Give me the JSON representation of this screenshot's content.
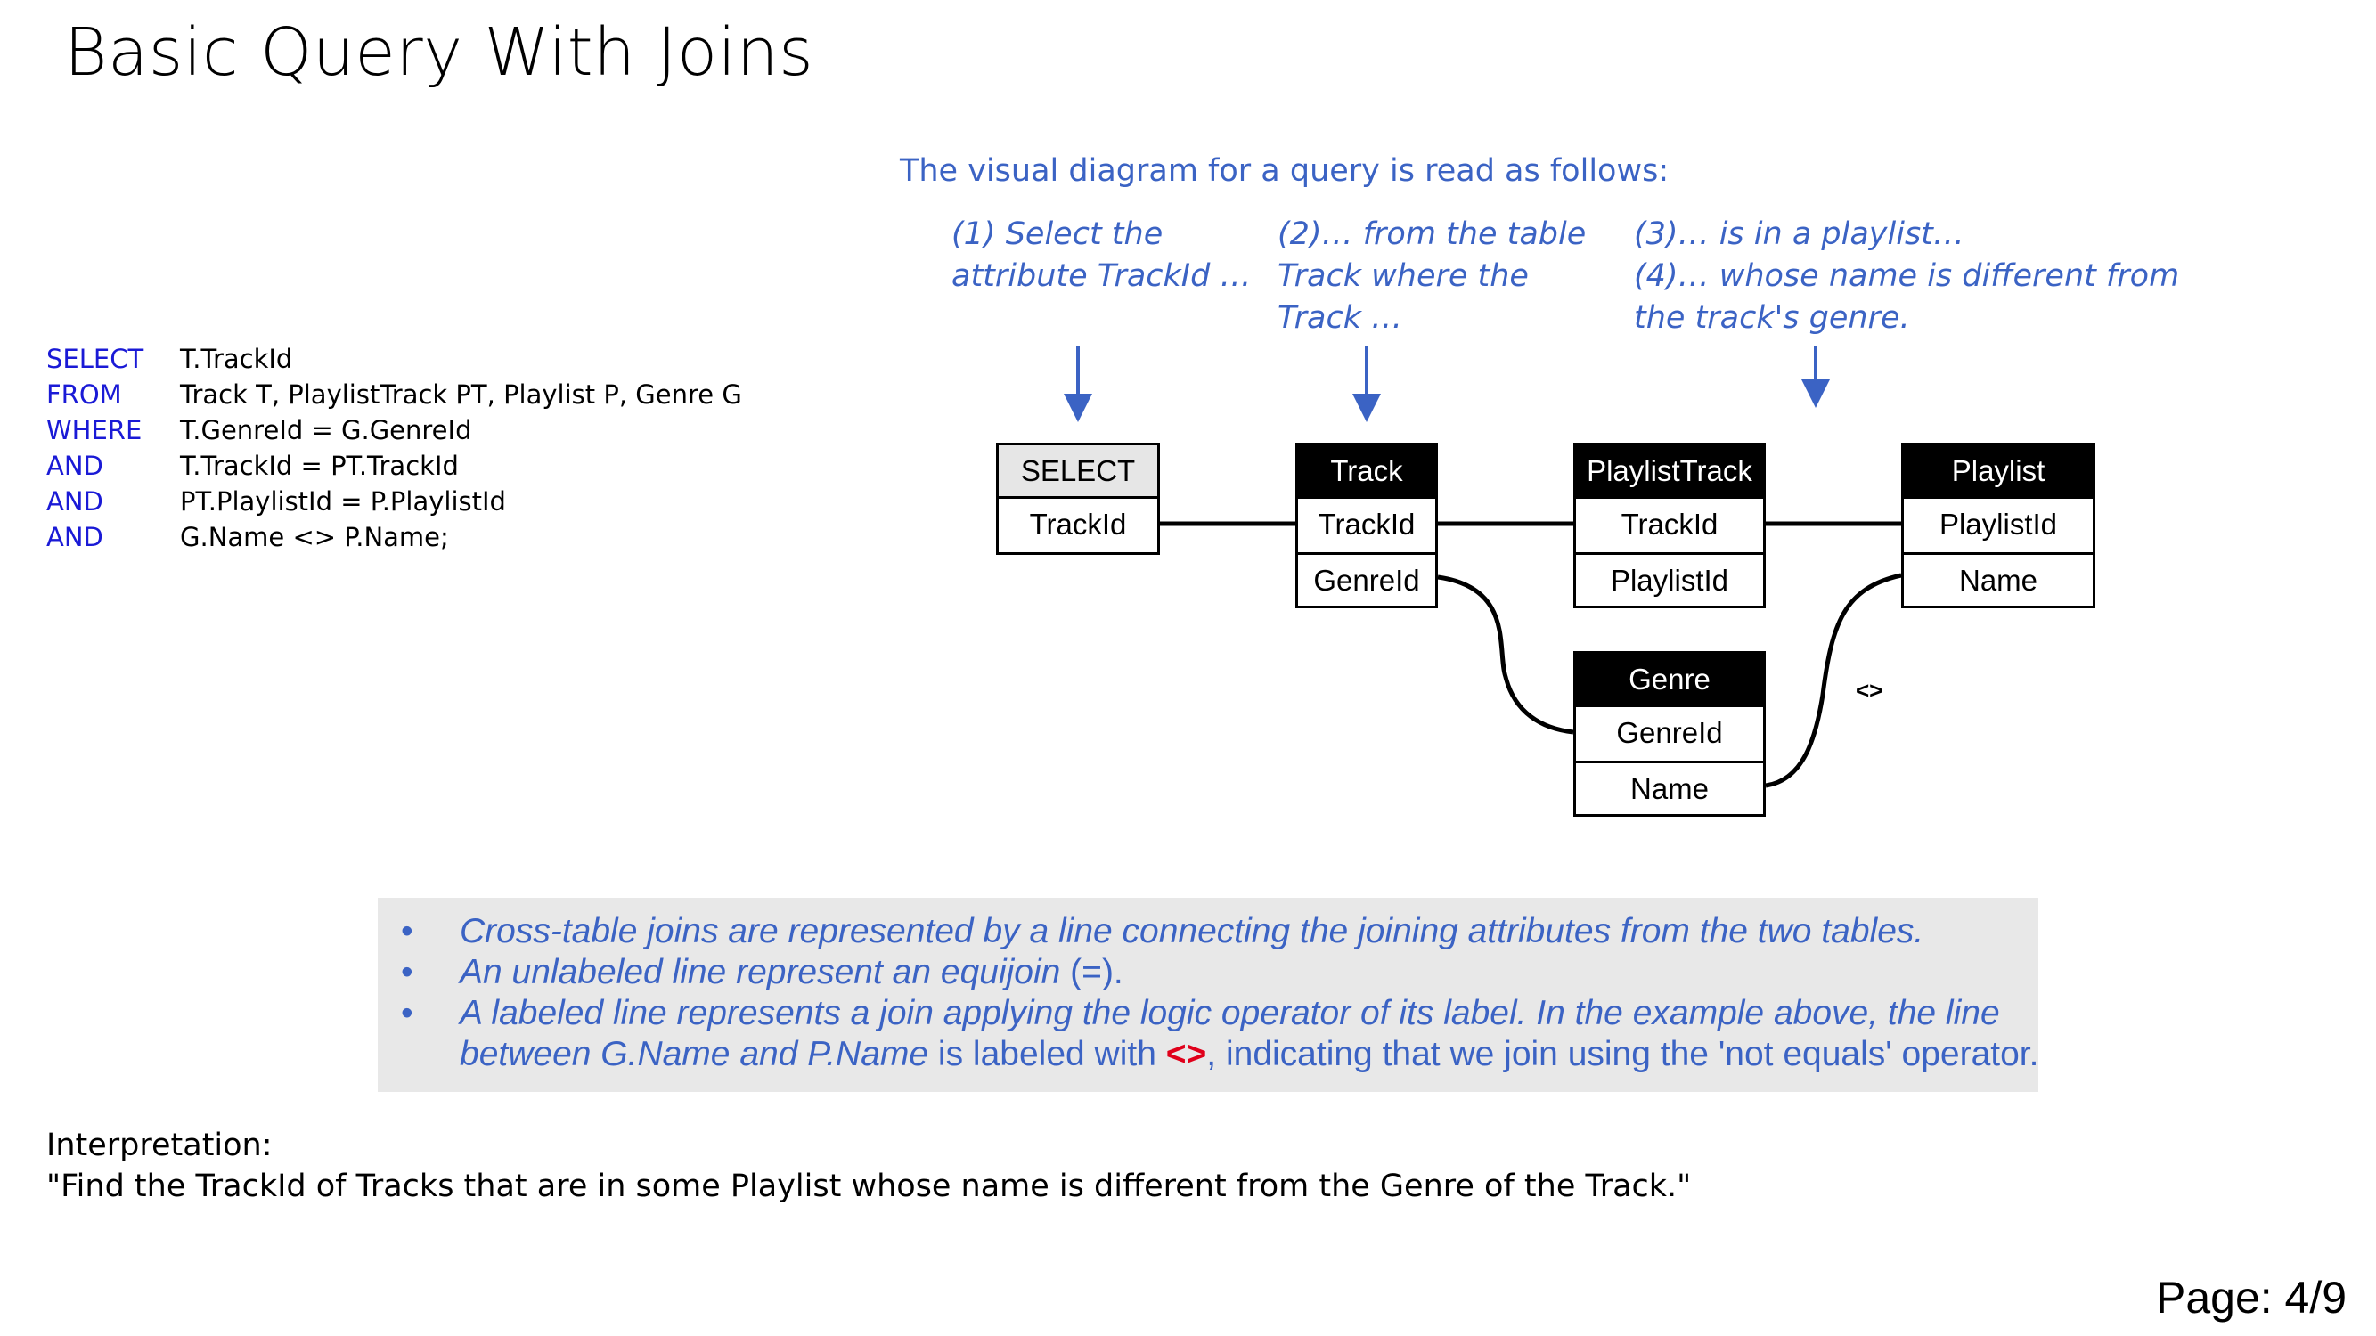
{
  "title": "Basic Query With Joins",
  "sql": [
    {
      "kw": "SELECT",
      "val": "T.TrackId"
    },
    {
      "kw": "FROM",
      "val": "Track T, PlaylistTrack PT, Playlist P, Genre G"
    },
    {
      "kw": "WHERE",
      "val": "T.GenreId = G.GenreId"
    },
    {
      "kw": "AND",
      "val": "T.TrackId = PT.TrackId"
    },
    {
      "kw": "AND",
      "val": "PT.PlaylistId = P.PlaylistId"
    },
    {
      "kw": "AND",
      "val": "G.Name <> P.Name;"
    }
  ],
  "diagram": {
    "heading": "The visual diagram for a query is read as follows:",
    "captions": [
      {
        "lines": [
          "(1) Select the",
          "attribute TrackId …"
        ]
      },
      {
        "lines": [
          "(2)… from the table",
          "Track where the",
          "Track …"
        ]
      },
      {
        "lines": [
          "(3)… is in a playlist…",
          "(4)… whose name is different from",
          "the track's genre."
        ]
      }
    ],
    "tables": {
      "select": {
        "header": "SELECT",
        "attrs": [
          "TrackId"
        ]
      },
      "track": {
        "header": "Track",
        "attrs": [
          "TrackId",
          "GenreId"
        ]
      },
      "playlisttrack": {
        "header": "PlaylistTrack",
        "attrs": [
          "TrackId",
          "PlaylistId"
        ]
      },
      "playlist": {
        "header": "Playlist",
        "attrs": [
          "PlaylistId",
          "Name"
        ]
      },
      "genre": {
        "header": "Genre",
        "attrs": [
          "GenreId",
          "Name"
        ]
      }
    },
    "join_label": "<>"
  },
  "notes": {
    "bullet": "•",
    "n1": "Cross-table joins are represented by a line connecting the joining attributes from the two tables.",
    "n2_a": "An unlabeled line represent an equijoin",
    "n2_b": " (=).",
    "n3_l1": "A labeled line represents a join applying the logic operator of its label. In the example above, the line",
    "n3_l2_a": "between G.Name and P.Name",
    "n3_l2_b": " is labeled with ",
    "n3_l2_op": "<>",
    "n3_l2_c": ", indicating that we join using the 'not equals' operator."
  },
  "interpretation": {
    "label": "Interpretation:",
    "text": "\"Find the TrackId of Tracks that are in some Playlist whose name is different from the Genre of the Track.\""
  },
  "page": "Page: 4/9",
  "colors": {
    "keyword": "#1a1ad6",
    "caption": "#3b63c4",
    "operator": "#e0001a",
    "notes_bg": "#e8e8e8"
  }
}
